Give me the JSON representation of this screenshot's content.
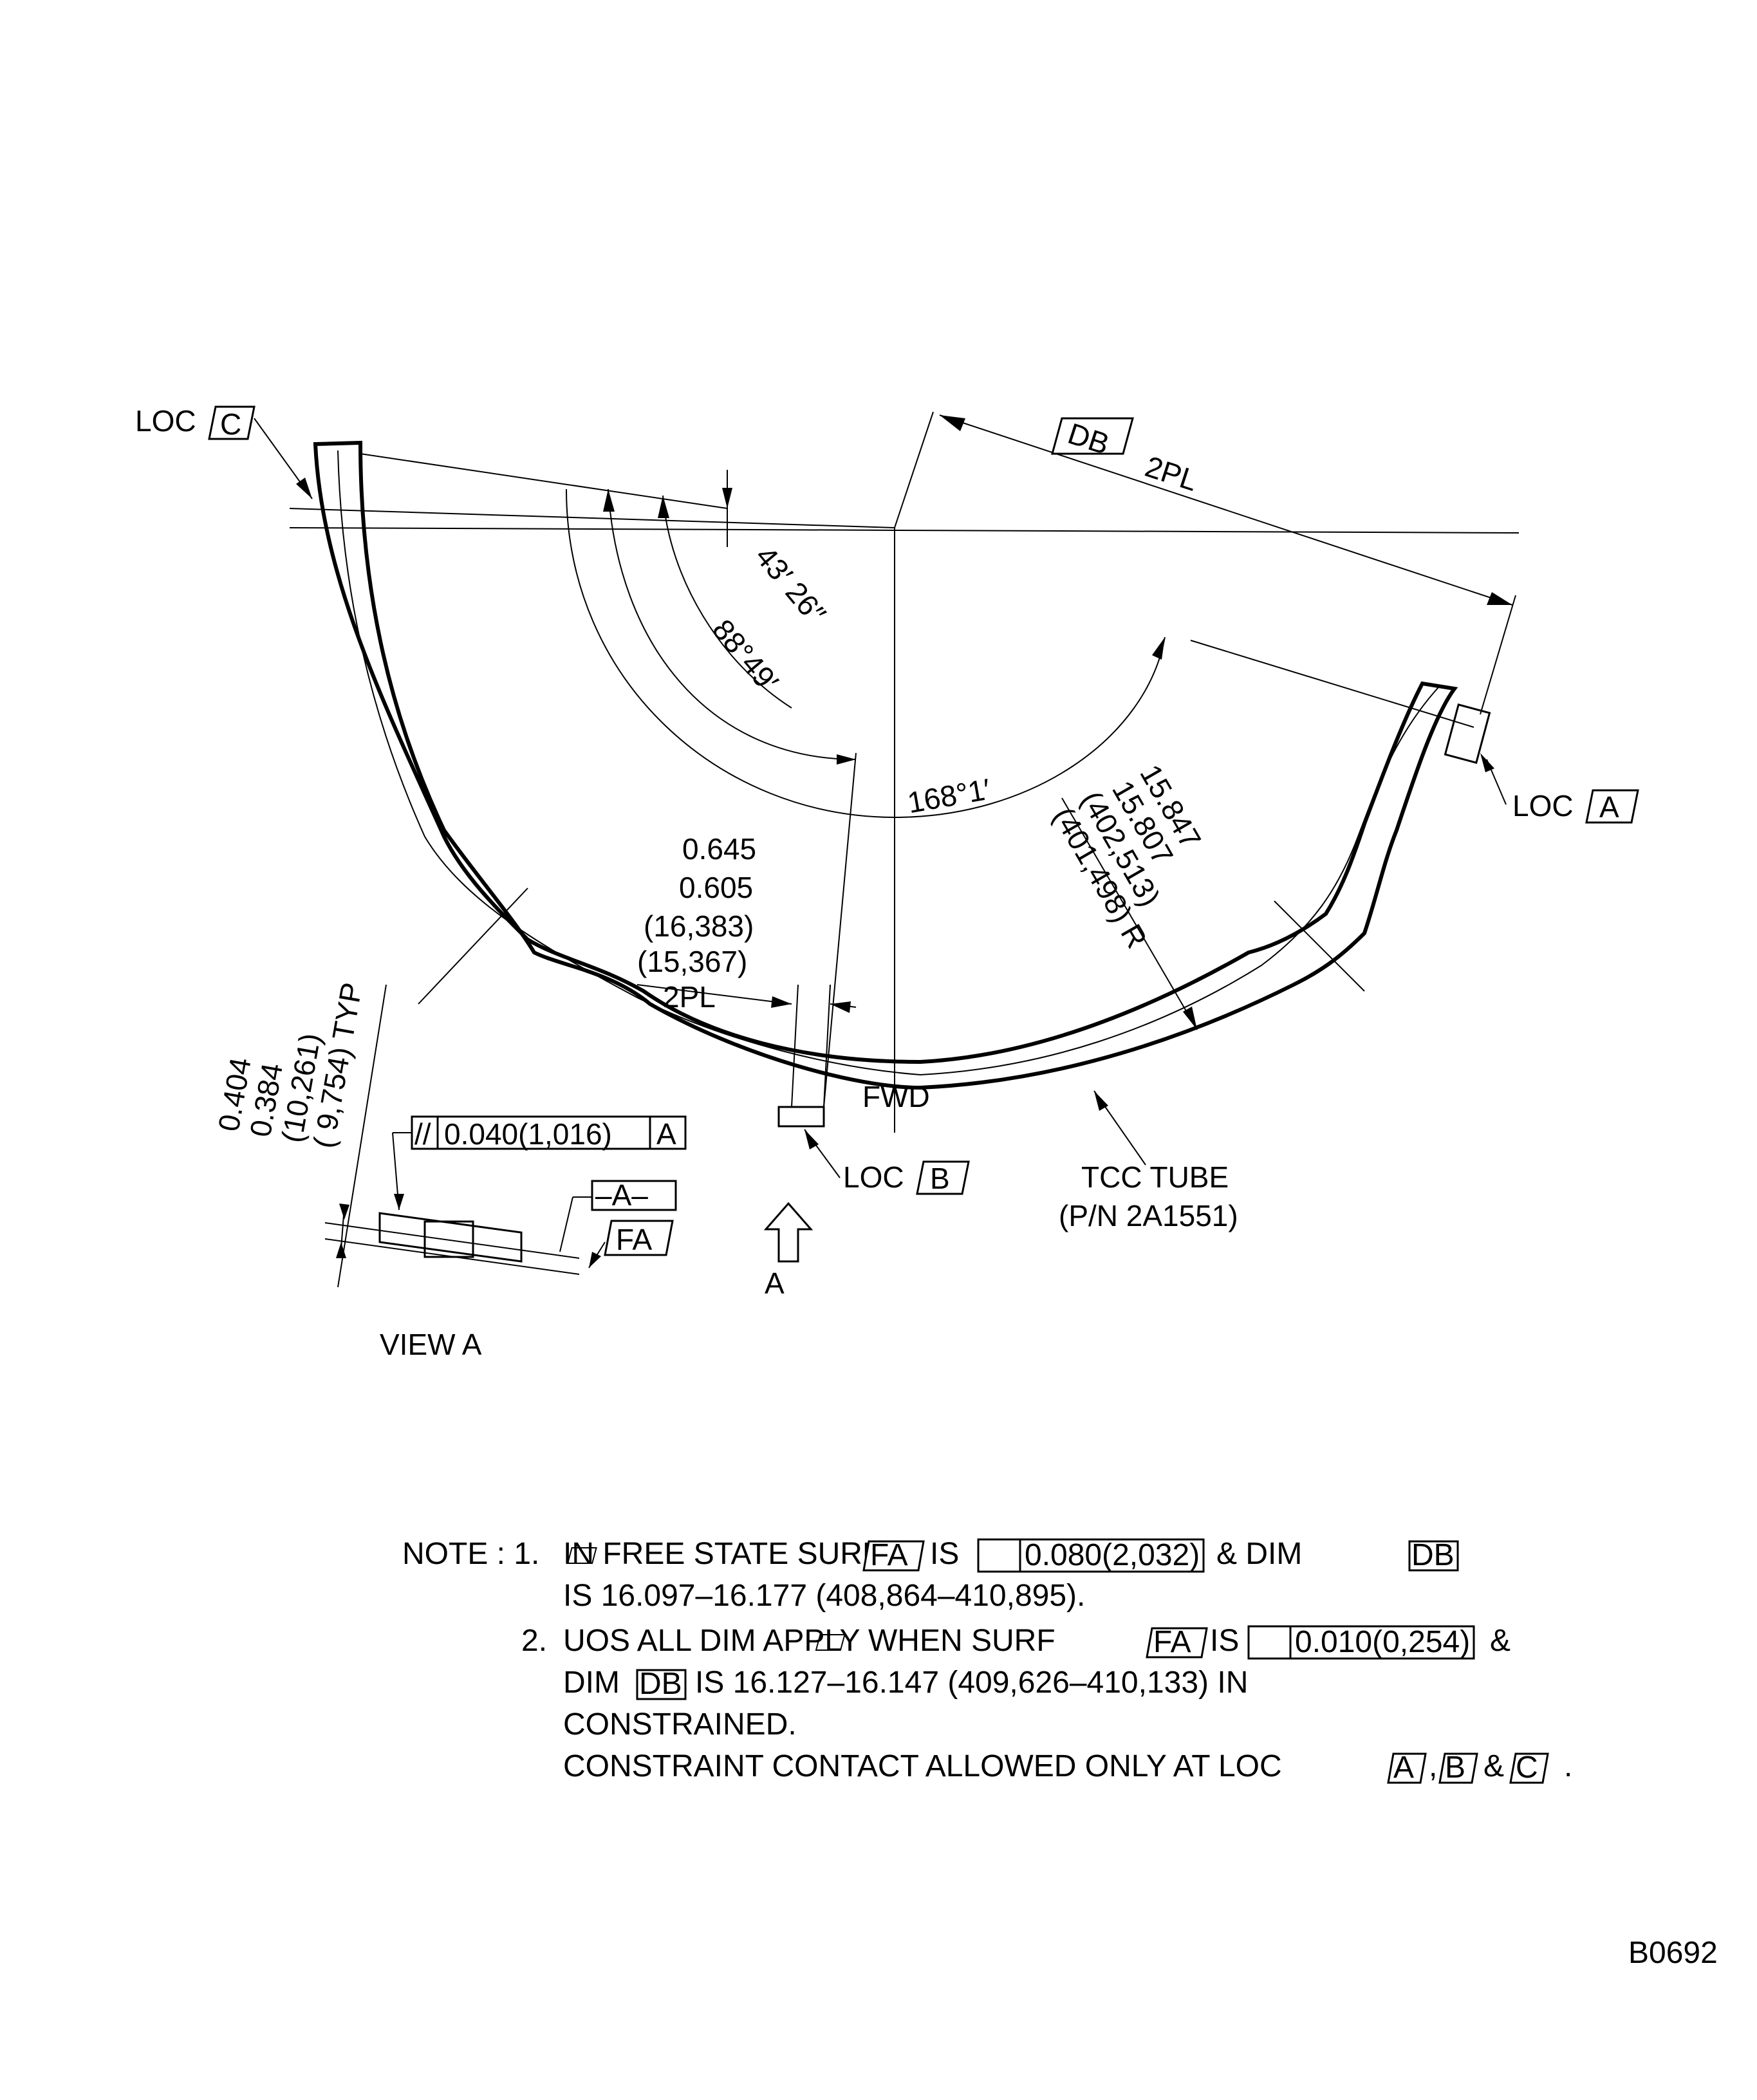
{
  "labels": {
    "loc": "LOC",
    "loc_a_box": "A",
    "loc_b_box": "B",
    "loc_c_box": "C",
    "db_box": "DB",
    "db_2pl": "2PL",
    "angle_43": "43′ 26″",
    "angle_88": "88°49′",
    "angle_168": "168°1′",
    "radius_lines": [
      "15.847",
      "15.807",
      "(402,513)",
      "(401,498) R"
    ],
    "width_lines": [
      "0.645",
      "0.605",
      "(16,383)",
      "(15,367)",
      "2PL"
    ],
    "fwd": "FWD",
    "tube_lines": [
      "TCC TUBE",
      "(P/N 2A1551)"
    ],
    "view_arrow": "A",
    "typ_lines": [
      "0.404",
      "0.384",
      "(10,261)",
      "( 9,754) TYP"
    ],
    "fcf_symbol": "//",
    "fcf_value": "0.040(1,016)",
    "fcf_datum": "A",
    "datum_a": "–A–",
    "fa_box": "FA",
    "view_a": "VIEW A",
    "drawing_id": "B0692"
  },
  "notes": {
    "lead": "NOTE : 1.",
    "n1_a": "IN FREE STATE SURF",
    "n1_fa": "FA",
    "n1_is": "IS",
    "n1_tol": "0.080(2,032)",
    "n1_amp": "& DIM",
    "n1_db": "DB",
    "n1_line2": "IS 16.097–16.177 (408,864–410,895).",
    "n2_num": "2.",
    "n2_a": "UOS ALL DIM APPLY WHEN SURF",
    "n2_fa": "FA",
    "n2_is": "IS",
    "n2_tol": "0.010(0,254)",
    "n2_amp": "&",
    "n2_dim": "DIM",
    "n2_db": "DB",
    "n2_line2": "IS 16.127–16.147 (409,626–410,133) IN",
    "n2_line3": "CONSTRAINED.",
    "n2_line4": "CONSTRAINT CONTACT ALLOWED ONLY AT LOC",
    "n2_a_box": "A",
    "n2_comma": ",",
    "n2_b_box": "B",
    "n2_and": "&",
    "n2_c_box": "C",
    "n2_end": "."
  }
}
